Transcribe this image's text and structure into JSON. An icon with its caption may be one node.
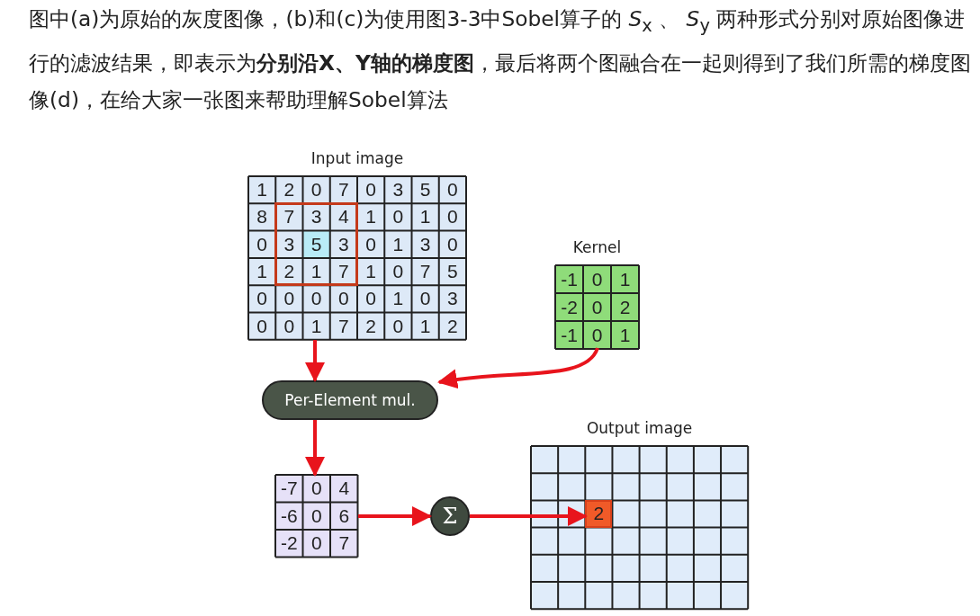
{
  "diagram": {
    "title": "图中(a)为原始的灰度图像，(b)和(c)为使用图3-3中Sobel算子的 *S*$_{x}$ 、 *S*$_{y}$ 两种形式分别对原始图像进行的滤波结果，即表示为**分别沿X、Y轴的梯度图**，最后将两个图融合在一起则得到了我们所需的梯度图像(d)，在给大家一张图来帮助理解Sobel算法",
    "nodes": [
      {
        "text": [
          "Input image"
        ]
      },
      {
        "text": [
          "Kernel"
        ]
      },
      {
        "text": [
          "Per-Element mul."
        ]
      },
      {
        "text": [],
        "shape": "box"
      },
      {
        "text": [
          "Σ"
        ]
      },
      {
        "text": [
          "Output image"
        ]
      },
      {
        "text": [
          "2"
        ],
        "in": 5
      }
    ],
    "edges": [
      {
        "from": 0,
        "to": 2,
        "arrow": "to"
      },
      {
        "from": 1,
        "to": 2,
        "arrow": "to"
      },
      {
        "from": 2,
        "to": 3,
        "arrow": "to"
      },
      {
        "from": 3,
        "to": 4,
        "arrow": "to"
      },
      {
        "from": 4,
        "to": 6,
        "arrow": "to"
      }
    ],
    "labels": [
      "1",
      "2",
      "0",
      "7",
      "0",
      "3",
      "5",
      "0",
      "8",
      "7",
      "3",
      "4",
      "1",
      "0",
      "1",
      "0",
      "0",
      "3",
      "5",
      "3",
      "0",
      "1",
      "3",
      "0",
      "1",
      "2",
      "1",
      "7",
      "1",
      "0",
      "7",
      "5",
      "0",
      "0",
      "0",
      "0",
      "0",
      "1",
      "0",
      "3",
      "0",
      "0",
      "1",
      "7",
      "2",
      "0",
      "1",
      "2",
      "-1",
      "0",
      "1",
      "-2",
      "0",
      "2",
      "-1",
      "0",
      "1",
      "-7",
      "0",
      "4",
      "-6",
      "0",
      "6",
      "-2",
      "0",
      "7"
    ]
  }
}
